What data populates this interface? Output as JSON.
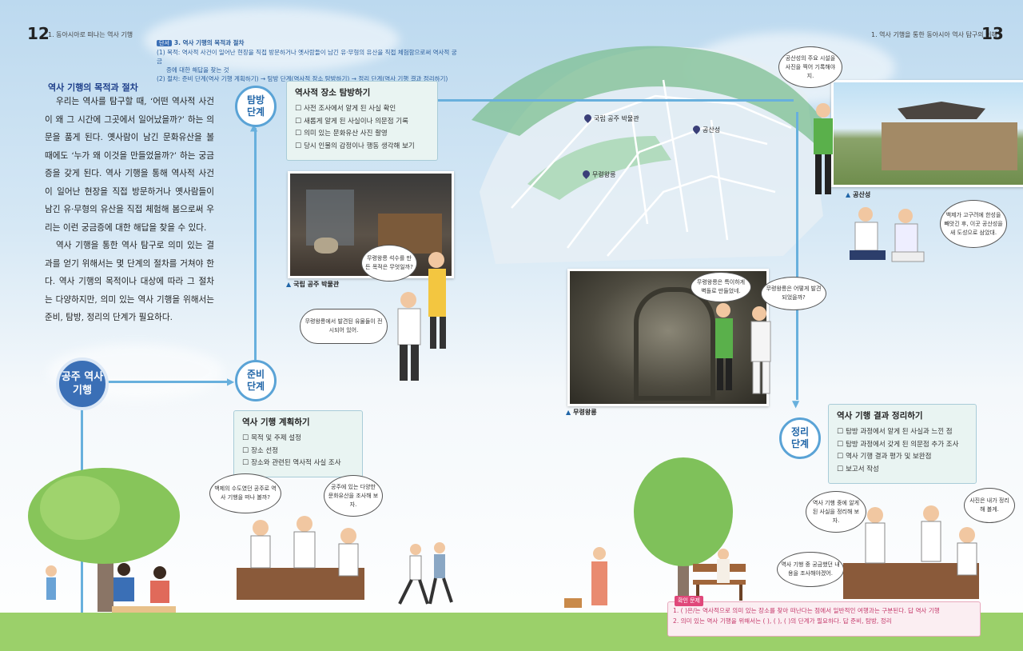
{
  "header": {
    "left_page_number": "12",
    "left_running_title": "1. 동아시아로 떠나는 역사 기행",
    "right_running_title": "1. 역사 기행을 통한 동아시아 역사 탐구의 이해",
    "right_page_number": "13"
  },
  "standard_note": {
    "tag": "단서",
    "title": "3. 역사 기행의 목적과 절차",
    "line1": "(1) 목적: 역사적 사건이 일어난 현장을 직접 방문하거나 옛사람들이 남긴 유·무형의 유산을 직접 체험함으로써 역사적 궁금",
    "line2": "증에 대한 해답을 찾는 것",
    "line3": "(2) 절차: 준비 단계(역사 기행 계획하기) → 탐방 단계(역사적 장소 탐방하기) → 정리 단계(역사 기행 결과 정리하기)"
  },
  "main_text": {
    "title": "역사 기행의 목적과 절차",
    "paragraph1": "우리는 역사를 탐구할 때, ‘어떤 역사적 사건이 왜 그 시간에 그곳에서 일어났을까?’ 하는 의문을 품게 된다. 옛사람이 남긴 문화유산을 볼 때에도 ‘누가 왜 이것을 만들었을까?’ 하는 궁금증을 갖게 된다. 역사 기행을 통해 역사적 사건이 일어난 현장을 직접 방문하거나 옛사람들이 남긴 유·무형의 유산을 직접 체험해 봄으로써 우리는 이런 궁금증에 대한 해답을 찾을 수 있다.",
    "paragraph2": "역사 기행을 통한 역사 탐구로 의미 있는 결과를 얻기 위해서는 몇 단계의 절차를 거쳐야 한다. 역사 기행의 목적이나 대상에 따라 그 절차는 다양하지만, 의미 있는 역사 기행을 위해서는 준비, 탐방, 정리의 단계가 필요하다."
  },
  "flow": {
    "main_label": "공주 역사\n기행",
    "prep_label": "준비\n단계",
    "visit_label": "탐방\n단계",
    "summary_label": "정리\n단계"
  },
  "stages": {
    "prep": {
      "title": "역사 기행 계획하기",
      "items": [
        "목적 및 주제 설정",
        "장소 선정",
        "장소와 관련된 역사적 사실 조사"
      ]
    },
    "visit": {
      "title": "역사적 장소 탐방하기",
      "items": [
        "사전 조사에서 알게 된 사실 확인",
        "새롭게 알게 된 사실이나 의문점 기록",
        "의미 있는 문화유산 사진 촬영",
        "당시 인물의 감정이나 행동 생각해 보기"
      ]
    },
    "summary": {
      "title": "역사 기행 결과 정리하기",
      "items": [
        "탐방 과정에서 알게 된 사실과 느낀 점",
        "탐방 과정에서 갖게 된 의문점 추가 조사",
        "역사 기행 결과 평가 및 보완점",
        "보고서 작성"
      ]
    }
  },
  "map": {
    "museum": "국립 공주 박물관",
    "fortress": "공산성",
    "tomb": "무령왕릉"
  },
  "captions": {
    "museum": "국립 공주 박물관",
    "tomb": "무령왕릉",
    "fortress": "공산성"
  },
  "bubbles": {
    "b1": "무령왕릉 석수를 만든 목적은 무엇일까?",
    "b2": "무령왕릉에서 발견된 유물들이 전시되어 있어.",
    "b3": "공산성의 주요 시설을 사진을 찍어 기록해야지.",
    "b4": "백제가 고구려에 한성을 빼앗긴 후, 이곳 공산성을 새 도성으로 삼았대.",
    "b5": "무령왕릉은 특이하게 벽돌로 만들었네.",
    "b6": "무령왕릉은 어떻게 발견되었을까?",
    "b7": "백제의 수도였던 공주로 역사 기행을 떠나 볼까?",
    "b8": "공주에 있는 다양한 문화유산을 조사해 보자.",
    "b9": "역사 기행 중에 알게 된 사실을 정리해 보자.",
    "b10": "사진은 내가 정리해 볼게.",
    "b11": "역사 기행 중 궁금했던 내용을 조사해야겠어."
  },
  "quiz": {
    "tag": "확인 문제",
    "line1": "1. (         )은/는 역사적으로 의미 있는 장소를 찾아 떠난다는 점에서 일반적인 여행과는 구분된다.  답 역사 기행",
    "line2": "2. 의미 있는 역사 기행을 위해서는 (         ), (         ), (         )의 단계가 필요하다.  답 준비, 탐방, 정리"
  },
  "colors": {
    "accent": "#3a6fb6",
    "flow_line": "#68b0dd",
    "stage_box": "#e9f4f2",
    "ground": "#9bd06a",
    "quiz_text": "#c4386a"
  }
}
